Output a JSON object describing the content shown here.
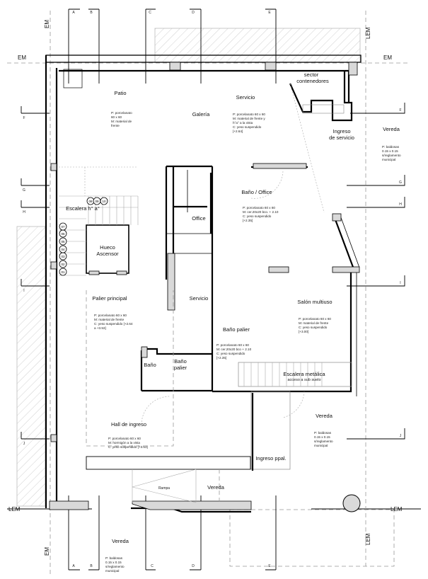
{
  "axes": {
    "columns": [
      "A",
      "B",
      "C",
      "D",
      "E"
    ],
    "rows": [
      "F",
      "G",
      "H",
      "I",
      "J"
    ],
    "em": "EM",
    "lem": "LEM"
  },
  "rooms": {
    "patio": {
      "name": "Patio",
      "notes": [
        "P: porcelanato",
        "60 x 60",
        "M: material de",
        "frente"
      ]
    },
    "galeria": {
      "name": "Galería"
    },
    "servicio_top": {
      "name": "Servicio",
      "notes": [
        "P: porcelanato 60 x 60",
        "M: material de frente y",
        "h°a° a la vista",
        "C: yeso suspendido",
        "[+2.64]"
      ]
    },
    "contenedores": {
      "name": [
        "sector",
        "contenedores"
      ]
    },
    "ingreso_servicio": {
      "name": [
        "Ingreso",
        "de servicio"
      ]
    },
    "vereda_right": {
      "name": "Vereda",
      "notes": [
        "P: baldosas",
        "0.15 x 0.15",
        "s/reglamento",
        "municipal"
      ]
    },
    "bano_office": {
      "name": "Baño / Office",
      "notes": [
        "P: porcelanato 60 x 60",
        "M: cer.20x20 bco. + 2.10",
        "C: yeso suspendido",
        "[+2.35]"
      ]
    },
    "office": {
      "name": "Office"
    },
    "escalera": {
      "name": "Escalera h° a°"
    },
    "ascensor": {
      "name": [
        "Hueco",
        "Ascensor"
      ]
    },
    "palier_principal": {
      "name": "Palier principal",
      "notes": [
        "P: porcelanato 60 x 60",
        "M: material de frente",
        "C: yeso suspendido [+2.64",
        "a +3.53]"
      ]
    },
    "servicio_mid": {
      "name": "Servicio"
    },
    "salon": {
      "name": "Salón multiuso",
      "notes": [
        "P: porcelanato 60 x 60",
        "M: material de frente",
        "C: yeso suspendido",
        "[+3.00]"
      ]
    },
    "bano_palier": {
      "name": "Baño palier",
      "notes": [
        "P: porcelanato 60 x 60",
        "M: cer.20x20 bco + 2.10",
        "C: yeso suspendido",
        "[+2.35]"
      ]
    },
    "bano": {
      "name": "Baño"
    },
    "bano_palier_small": {
      "name": [
        "Baño",
        "palier"
      ]
    },
    "escalera_metalica": {
      "name": [
        "Escalera metálica",
        "acceso a sub suelo"
      ]
    },
    "hall": {
      "name": "Hall de ingreso",
      "notes": [
        "P: porcelanato 60 x 60",
        "M: hormigón a la vista",
        "C: yeso suspendido [+3.53]"
      ]
    },
    "vereda_mid": {
      "name": "Vereda",
      "notes": [
        "P: baldosas",
        "0.15 x 0.15",
        "s/reglamento",
        "municipal"
      ]
    },
    "ingreso_ppal": {
      "name": "Ingreso ppal."
    },
    "rampa": {
      "name": "Rampa"
    },
    "vereda_ramp": {
      "name": "Vereda"
    },
    "vereda_bottom": {
      "name": "Vereda",
      "notes": [
        "P: baldosas",
        "0.15 x 0.15",
        "s/reglamento",
        "municipal"
      ]
    }
  },
  "stair_steps": [
    "01",
    "02",
    "03",
    "04",
    "05",
    "06",
    "07",
    "08",
    "09",
    "10"
  ]
}
